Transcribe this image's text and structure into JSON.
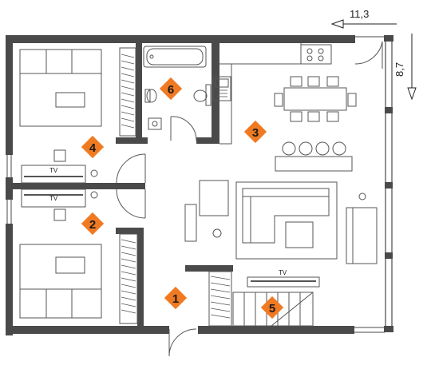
{
  "dimensions": {
    "width": "11,3",
    "height": "8,7"
  },
  "tv_labels": {
    "bedroom_top": "TV",
    "bedroom_bottom": "TV",
    "living": "TV"
  },
  "rooms": [
    {
      "id": "1",
      "label": "1"
    },
    {
      "id": "2",
      "label": "2"
    },
    {
      "id": "3",
      "label": "3"
    },
    {
      "id": "4",
      "label": "4"
    },
    {
      "id": "5",
      "label": "5"
    },
    {
      "id": "6",
      "label": "6"
    }
  ],
  "colors": {
    "wall": "#4a4a4a",
    "marker": "#f07a22",
    "marker_text": "#1a1a1a",
    "furniture": "#555555"
  }
}
